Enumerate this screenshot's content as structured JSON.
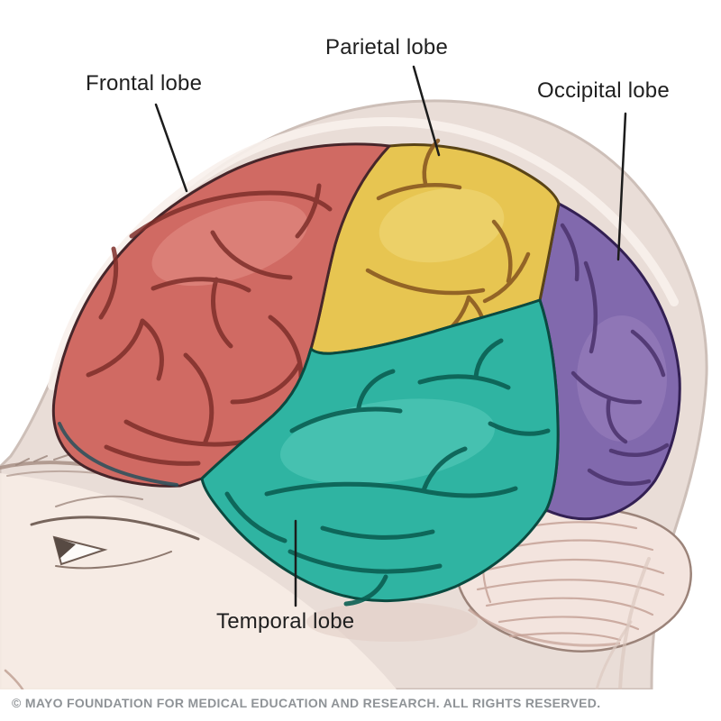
{
  "labels": {
    "frontal": {
      "text": "Frontal lobe"
    },
    "parietal": {
      "text": "Parietal lobe"
    },
    "occipital": {
      "text": "Occipital lobe"
    },
    "temporal": {
      "text": "Temporal lobe"
    }
  },
  "footer": {
    "copyright": "© MAYO FOUNDATION FOR MEDICAL EDUCATION AND RESEARCH. ALL RIGHTS RESERVED."
  },
  "colors": {
    "frontal_lobe": "#d06a63",
    "parietal_lobe": "#e7c551",
    "temporal_lobe": "#2fb4a2",
    "occipital_lobe": "#8169ad",
    "head_skin": "#e9ddd7",
    "face_skin_light": "#f7ece6",
    "cerebellum": "#f3e4de",
    "label_text": "#1f1f1f",
    "leader_line": "#1c1c1c",
    "copyright_text": "#8f9397",
    "background": "#ffffff"
  }
}
